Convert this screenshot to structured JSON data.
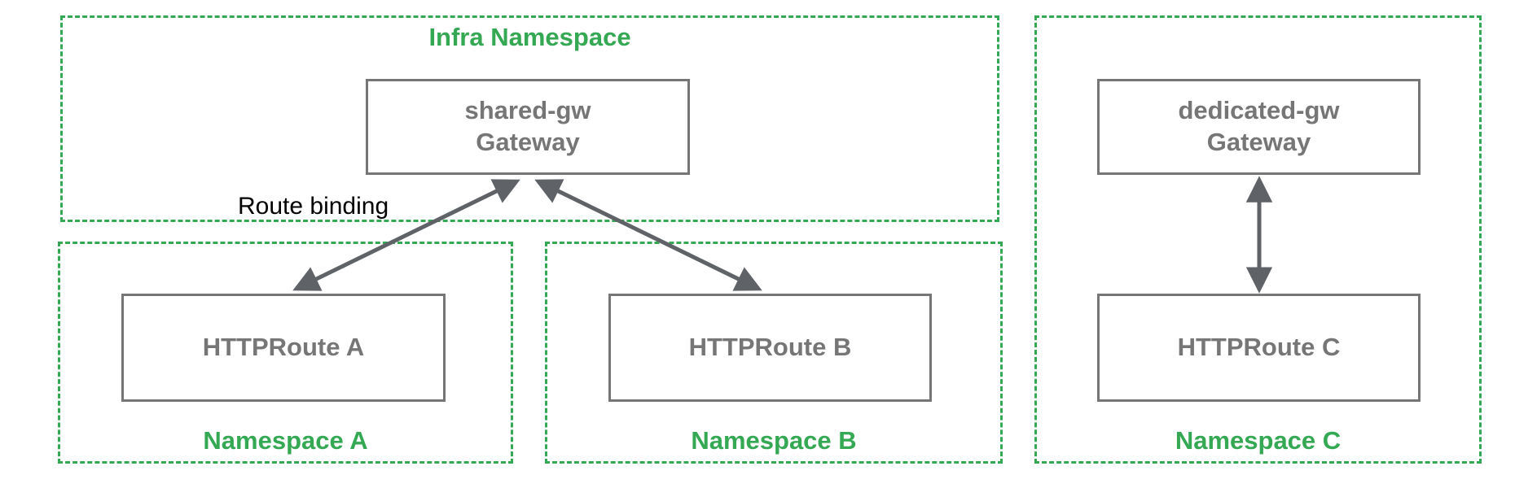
{
  "colors": {
    "namespace_green": "#34a853",
    "box_gray": "#767676",
    "arrow_gray": "#5f6368",
    "annotation_black": "#000000"
  },
  "infra_namespace": {
    "title": "Infra Namespace",
    "gateway": {
      "line1": "shared-gw",
      "line2": "Gateway"
    }
  },
  "namespace_a": {
    "title": "Namespace A",
    "route": "HTTPRoute A"
  },
  "namespace_b": {
    "title": "Namespace B",
    "route": "HTTPRoute B"
  },
  "namespace_c": {
    "title": "Namespace C",
    "gateway": {
      "line1": "dedicated-gw",
      "line2": "Gateway"
    },
    "route": "HTTPRoute C"
  },
  "annotations": {
    "route_binding": "Route binding"
  }
}
